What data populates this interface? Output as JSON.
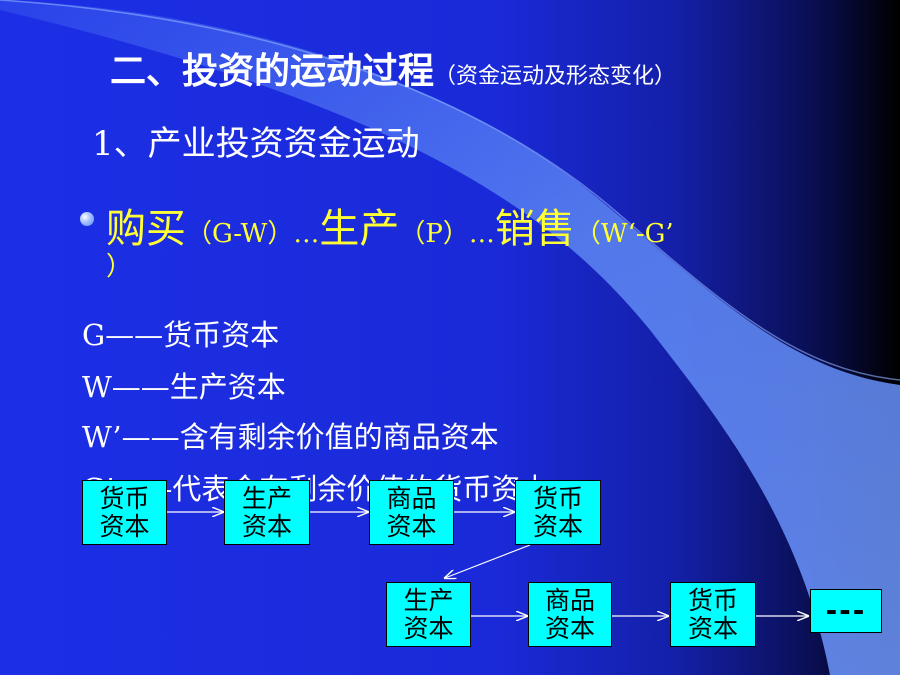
{
  "title": {
    "main": "二、投资的运动过程",
    "sub": "（资金运动及形态变化）"
  },
  "subtitle": "1、产业投资资金运动",
  "bullet": {
    "buy": "购买",
    "buy_code": "（G-W）…",
    "produce": "生产",
    "produce_code": "（P）…",
    "sell": "销售",
    "sell_code": "（W‘-G’",
    "close_paren": "）"
  },
  "definitions": [
    "G——货币资本",
    "W——生产资本",
    "W’——含有剩余价值的商品资本",
    "G’——代表含有剩余价值的货币资本"
  ],
  "flow_row1": [
    {
      "line1": "货币",
      "line2": "资本"
    },
    {
      "line1": "生产",
      "line2": "资本"
    },
    {
      "line1": "商品",
      "line2": "资本"
    },
    {
      "line1": "货币",
      "line2": "资本"
    }
  ],
  "flow_row2": [
    {
      "line1": "生产",
      "line2": "资本"
    },
    {
      "line1": "商品",
      "line2": "资本"
    },
    {
      "line1": "货币",
      "line2": "资本"
    }
  ],
  "flow_end": "---",
  "colors": {
    "background": "#1d2fe6",
    "title_text": "#ffffff",
    "bullet_text": "#ffff33",
    "box_fill": "#00ffff",
    "ribbon": "#5f87f2"
  }
}
